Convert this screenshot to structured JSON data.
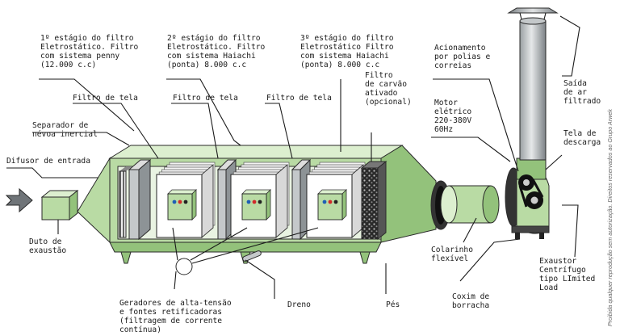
{
  "labels": {
    "stage1": [
      "1º estágio do filtro",
      "Eletrostático. Filtro",
      "com sistema penny",
      "(12.000 c.c)"
    ],
    "stage2": [
      "2º estágio do filtro",
      "Eletrostático. Filtro",
      "com sistema Haiachi",
      "(ponta) 8.000 c.c"
    ],
    "stage3": [
      "3º estágio do filtro",
      "Eletrostático Filtro",
      "com sistema Haiachi",
      "(ponta) 8.000 c.c"
    ],
    "pulley": [
      "Acionamento",
      "por polias e",
      "correias"
    ],
    "screen1": [
      "Filtro de tela"
    ],
    "screen2": [
      "Filtro de tela"
    ],
    "screen3": [
      "Filtro de tela"
    ],
    "carbon": [
      "Filtro",
      "de carvão",
      "ativado",
      "(opcional)"
    ],
    "motor": [
      "Motor",
      "elétrico",
      "220-380V",
      "60Hz"
    ],
    "outlet": [
      "Saída",
      "de ar",
      "filtrado"
    ],
    "mist": [
      "Separador de",
      "névoa inercial"
    ],
    "diffuser": [
      "Difusor de entrada"
    ],
    "mesh": [
      "Tela de",
      "descarga"
    ],
    "duct": [
      "Duto de",
      "exaustão"
    ],
    "collar": [
      "Colarinho",
      "flexível"
    ],
    "exhauster": [
      "Exaustor",
      "Centrífugo",
      "tipo LImited",
      "Load"
    ],
    "generators": [
      "Geradores de alta-tensão",
      "e fontes retificadoras",
      "(filtragem de corrente",
      "contínua)"
    ],
    "drain": [
      "Dreno"
    ],
    "feet": [
      "Pés"
    ],
    "rubber": [
      "Coxim de",
      "borracha"
    ]
  },
  "credit": "Proibida qualquer reprodução sem autorização. Direitos reservados ao Grupo Arwek",
  "colors": {
    "housing": "#b9dba4",
    "housing_dark": "#93c27b",
    "housing_light": "#dcefcf",
    "steel": "#c4c8ca",
    "steel_dark": "#8d9396",
    "panel": "#ffffff",
    "carbon": "#3a3a3a",
    "line": "#1a1a1a",
    "led_red": "#d12a2a",
    "led_blue": "#1f5fb5",
    "led_dark": "#222222"
  }
}
